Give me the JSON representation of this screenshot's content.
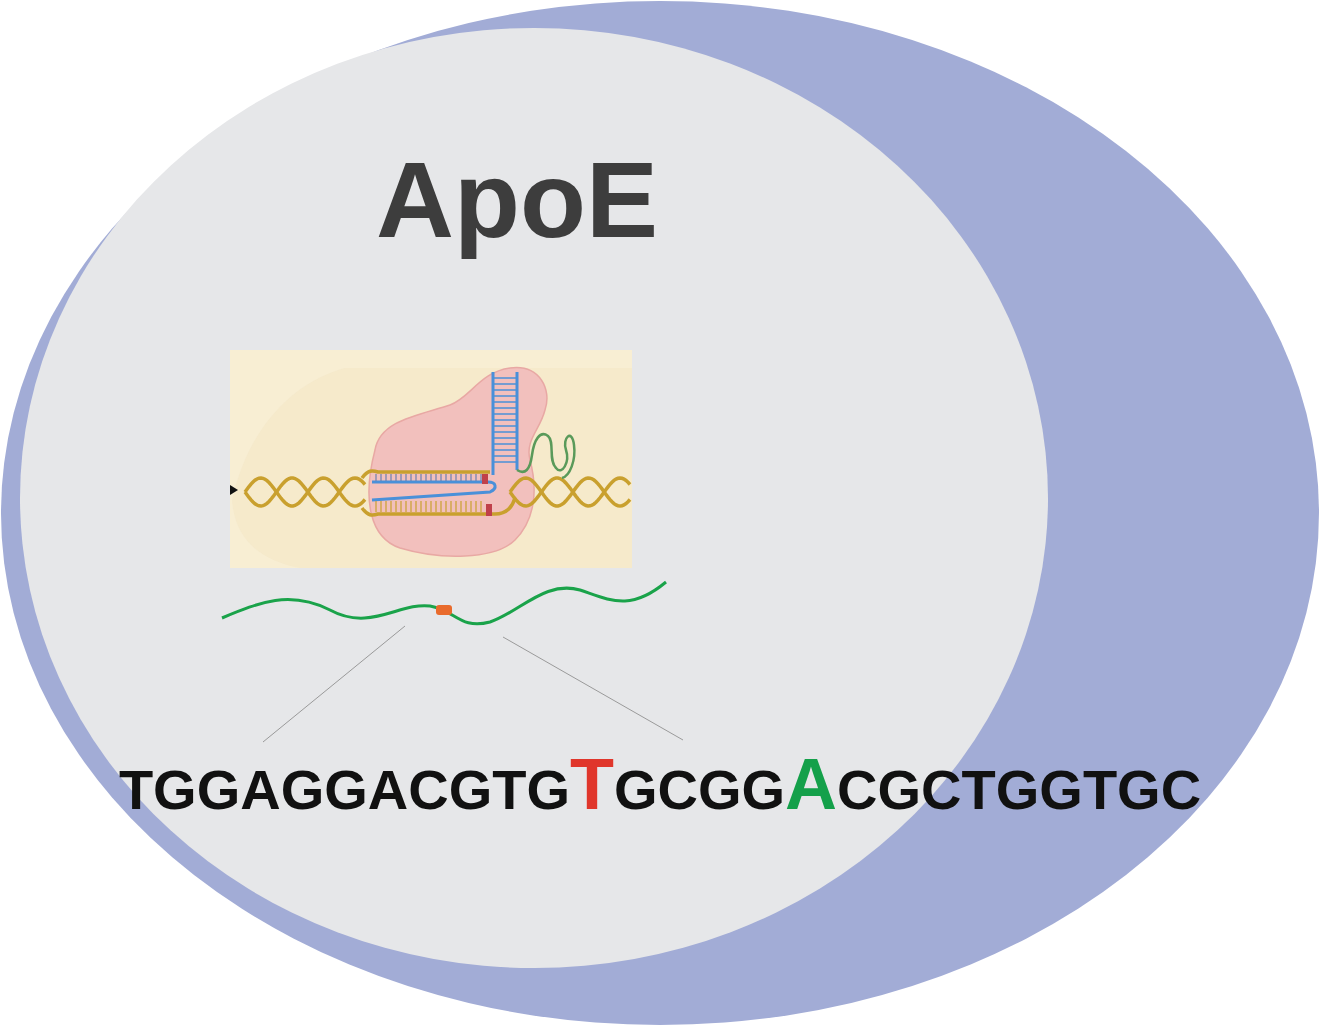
{
  "diagram": {
    "nodes": [
      {
        "text": [
          "ApoE"
        ]
      }
    ],
    "labels": [
      "TGGAGGACGTG",
      "T",
      "GCGG",
      "A",
      "CGCTGGTGC"
    ]
  }
}
